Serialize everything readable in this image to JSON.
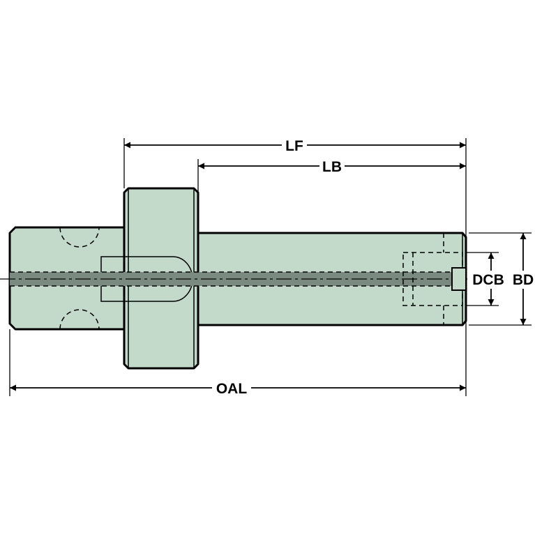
{
  "labels": {
    "lf": "LF",
    "lb": "LB",
    "oal": "OAL",
    "dcb": "DCB",
    "bd": "BD"
  },
  "colors": {
    "body_fill": "#c3d9c9",
    "outline": "#000000",
    "bore_channel": "#7a8a80"
  }
}
